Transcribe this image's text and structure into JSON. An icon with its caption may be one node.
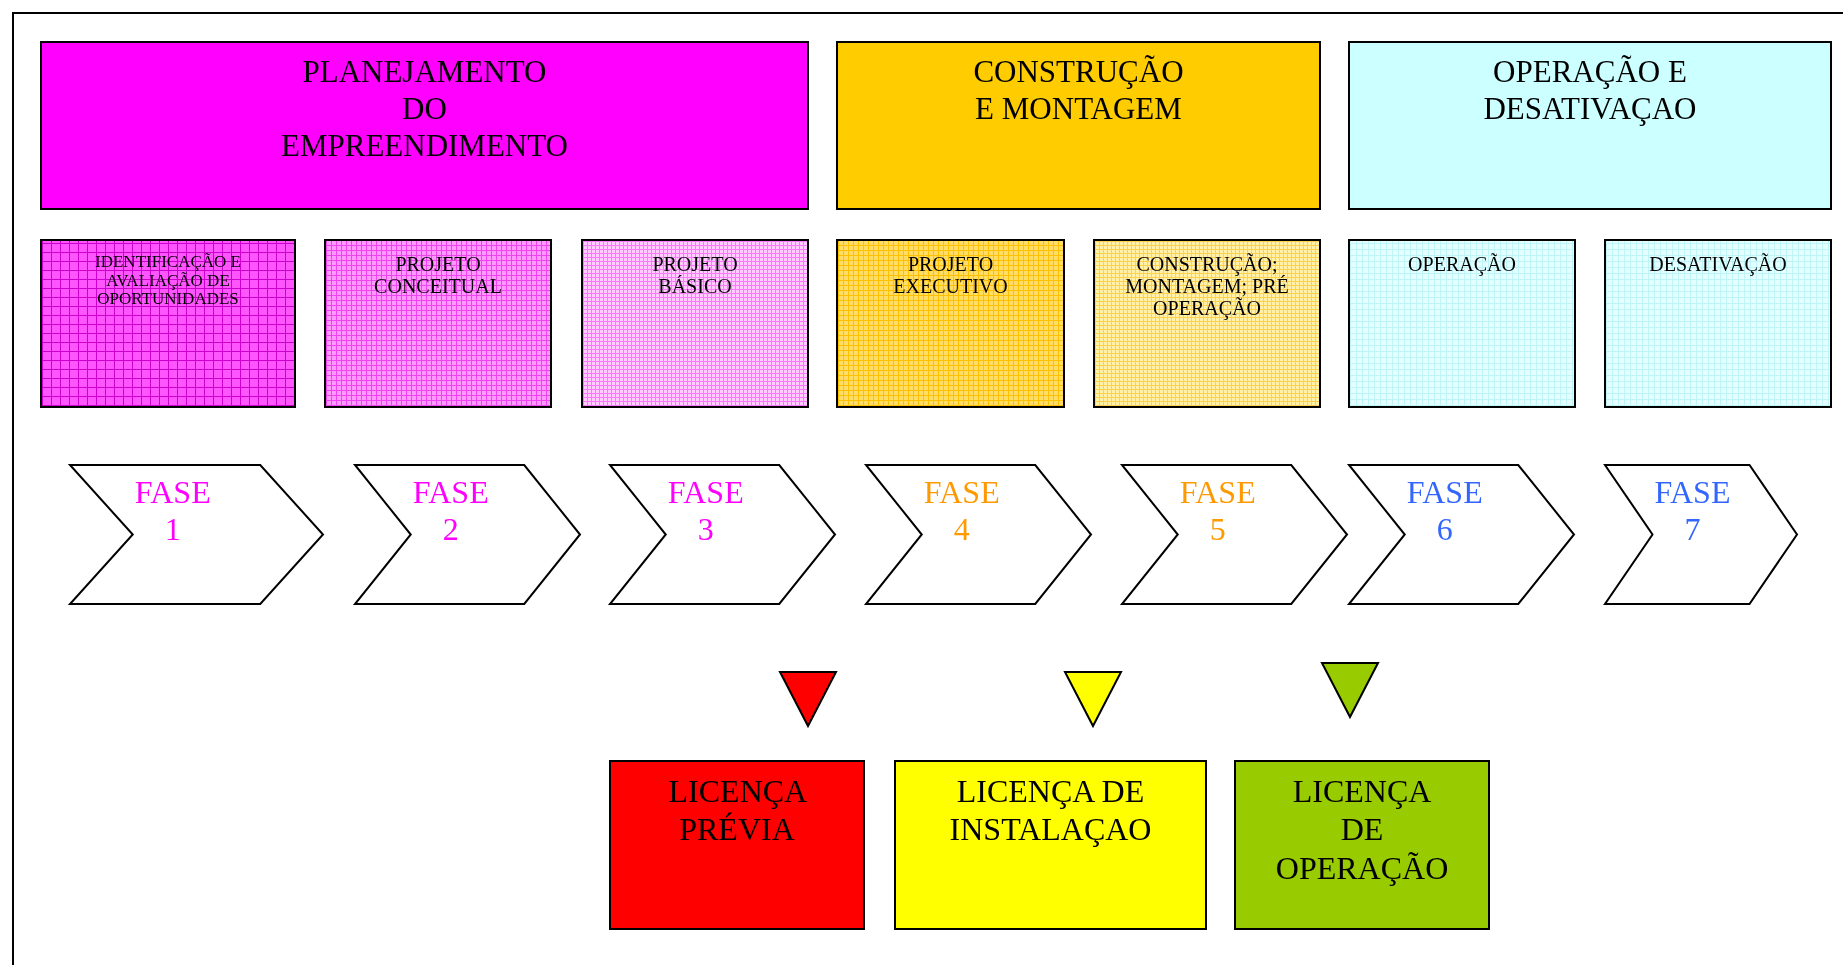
{
  "diagram": {
    "nodes": [
      {
        "text": [
          "PLANEJAMENTO DO EMPREENDIMENTO"
        ]
      },
      {
        "text": [
          "CONSTRUÇÃO E MONTAGEM"
        ]
      },
      {
        "text": [
          "OPERAÇÃO E DESATIVAÇAO"
        ]
      },
      {
        "text": [
          "IDENTIFICAÇÃO  E AVALIAÇÃO DE OPORTUNIDADES"
        ]
      },
      {
        "text": [
          "PROJETO CONCEITUAL"
        ]
      },
      {
        "text": [
          "PROJETO BÁSICO"
        ]
      },
      {
        "text": [
          "PROJETO EXECUTIVO"
        ]
      },
      {
        "text": [
          "CONSTRUÇÃO; MONTAGEM; PRÉ OPERAÇÃO"
        ]
      },
      {
        "text": [
          "OPERAÇÃO"
        ]
      },
      {
        "text": [
          "DESATIVAÇÃO"
        ]
      },
      {
        "text": [
          "FASE 1"
        ]
      },
      {
        "text": [
          "FASE 2"
        ]
      },
      {
        "text": [
          "FASE 3"
        ]
      },
      {
        "text": [
          "FASE 4"
        ]
      },
      {
        "text": [
          "FASE 5"
        ]
      },
      {
        "text": [
          "FASE 6"
        ]
      },
      {
        "text": [
          "FASE 7"
        ]
      },
      {
        "text": [],
        "shape": "triangle"
      },
      {
        "text": [],
        "shape": "triangle"
      },
      {
        "text": [],
        "shape": "triangle"
      },
      {
        "text": [
          "LICENÇA PRÉVIA"
        ]
      },
      {
        "text": [
          "LICENÇA DE INSTALAÇAO"
        ]
      },
      {
        "text": [
          "LICENÇA DE OPERAÇÃO"
        ]
      }
    ]
  }
}
